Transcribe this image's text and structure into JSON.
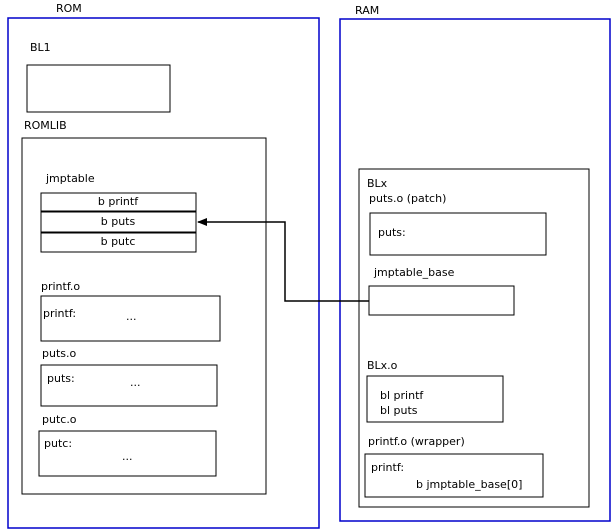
{
  "colors": {
    "region_border": "#0000cc",
    "box_border": "#000000",
    "arrow": "#000000",
    "background": "#ffffff"
  },
  "rom": {
    "label": "ROM",
    "bl1": {
      "label": "BL1"
    },
    "romlib": {
      "label": "ROMLIB",
      "jmptable": {
        "label": "jmptable",
        "entries": [
          "b printf",
          "b puts",
          "b putc"
        ]
      },
      "printf_o": {
        "label": "printf.o",
        "symbol": "printf:",
        "ellipsis": "..."
      },
      "puts_o": {
        "label": "puts.o",
        "symbol": "puts:",
        "ellipsis": "..."
      },
      "putc_o": {
        "label": "putc.o",
        "symbol": "putc:",
        "ellipsis": "..."
      }
    }
  },
  "ram": {
    "label": "RAM",
    "blx": {
      "label": "BLx",
      "puts_patch": {
        "label": "puts.o (patch)",
        "symbol": "puts:"
      },
      "jmptable_base": {
        "label": "jmptable_base"
      },
      "blx_o": {
        "label": "BLx.o",
        "lines": [
          "bl printf",
          "bl puts"
        ]
      },
      "printf_wrapper": {
        "label": "printf.o (wrapper)",
        "symbol": "printf:",
        "body": "b jmptable_base[0]"
      }
    }
  }
}
